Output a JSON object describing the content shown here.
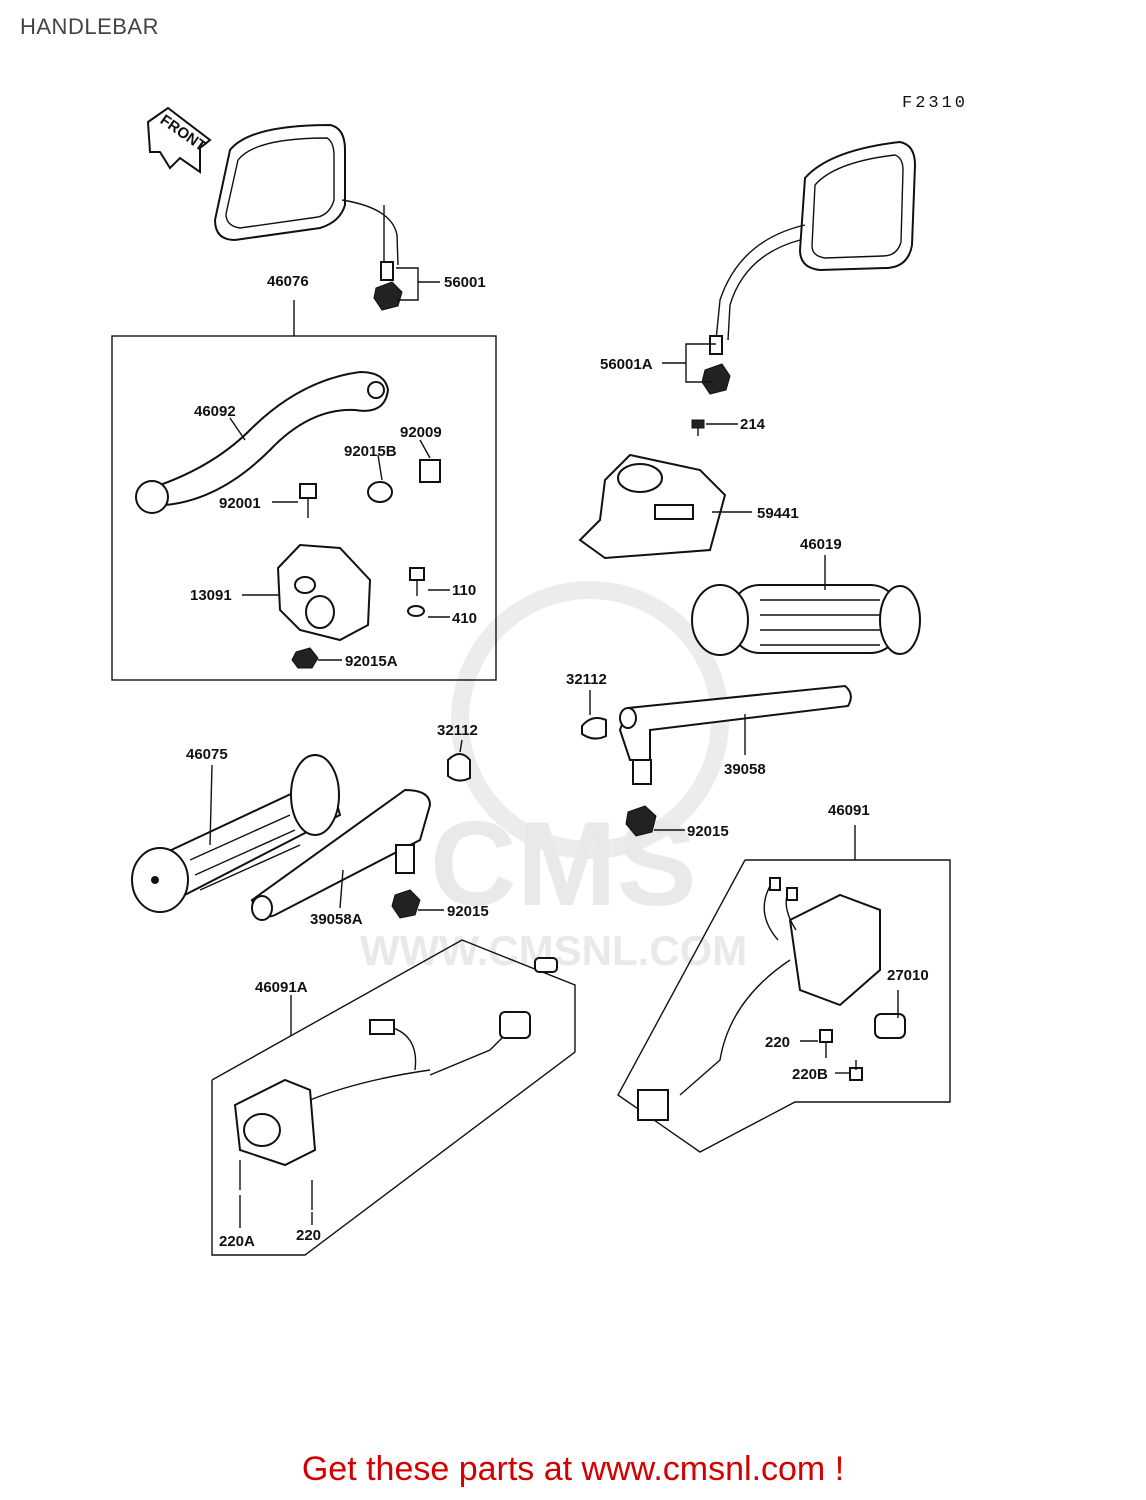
{
  "page": {
    "title": "HANDLEBAR",
    "figure_code": "F2310",
    "footer": "Get these parts at www.cmsnl.com !"
  },
  "watermark": {
    "brand": "CMS",
    "url": "WWW.CMSNL.COM"
  },
  "front_arrow": "FRONT",
  "labels": {
    "p46076": "46076",
    "p56001": "56001",
    "p56001A": "56001A",
    "p214": "214",
    "p46092": "46092",
    "p92009": "92009",
    "p92015B": "92015B",
    "p92001": "92001",
    "p59441": "59441",
    "p46019": "46019",
    "p13091": "13091",
    "p110": "110",
    "p410": "410",
    "p92015A": "92015A",
    "p32112_right": "32112",
    "p39058": "39058",
    "p46075": "46075",
    "p32112_left": "32112",
    "p92015_right": "92015",
    "p46091": "46091",
    "p39058A": "39058A",
    "p92015_left": "92015",
    "p27010": "27010",
    "p46091A": "46091A",
    "p220_right": "220",
    "p220B": "220B",
    "p220A": "220A",
    "p220_left": "220"
  }
}
